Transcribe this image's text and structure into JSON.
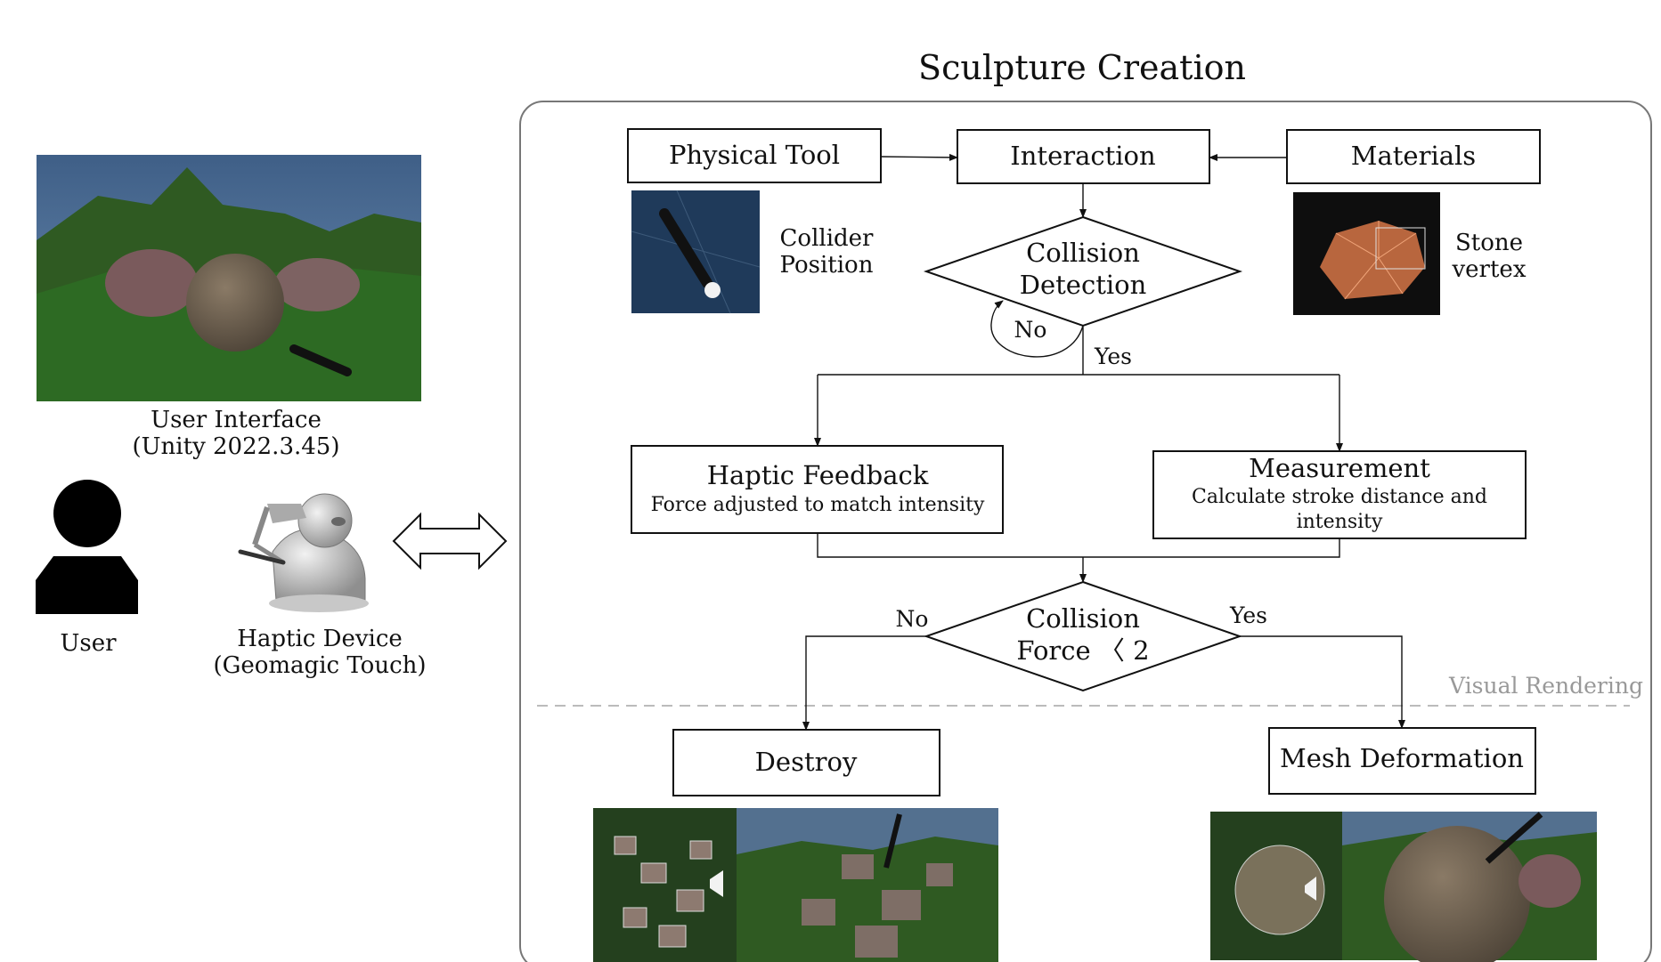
{
  "title": "Sculpture Creation",
  "left_panel": {
    "screenshot_caption_line1": "User Interface",
    "screenshot_caption_line2": "(Unity 2022.3.45)",
    "user_label": "User",
    "device_label_line1": "Haptic Device",
    "device_label_line2": "(Geomagic Touch)"
  },
  "nodes": {
    "physical_tool": "Physical Tool",
    "interaction": "Interaction",
    "materials": "Materials",
    "collision_detection_line1": "Collision",
    "collision_detection_line2": "Detection",
    "haptic_feedback_title": "Haptic Feedback",
    "haptic_feedback_sub": "Force adjusted to match intensity",
    "measurement_title": "Measurement",
    "measurement_sub_line1": "Calculate stroke distance and",
    "measurement_sub_line2": "intensity",
    "collision_force_line1": "Collision",
    "collision_force_line2": "Force 〈 2",
    "destroy": "Destroy",
    "mesh_deformation": "Mesh Deformation"
  },
  "annotations": {
    "collider_line1": "Collider",
    "collider_line2": "Position",
    "stone_line1": "Stone",
    "stone_line2": "vertex",
    "visual_rendering": "Visual Rendering"
  },
  "edge_labels": {
    "detection_no": "No",
    "detection_yes": "Yes",
    "force_no": "No",
    "force_yes": "Yes"
  }
}
